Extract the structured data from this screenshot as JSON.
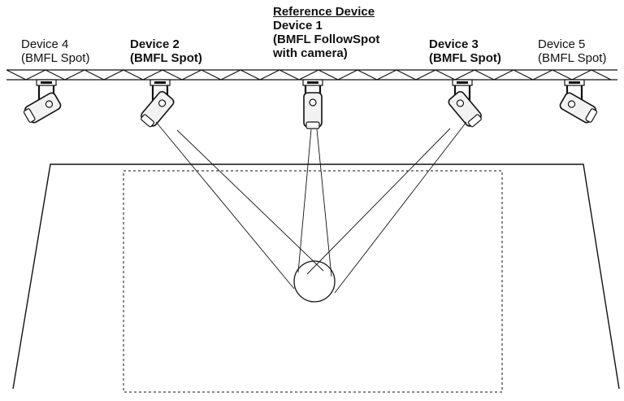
{
  "reference_title": "Reference Device",
  "devices": {
    "device1": {
      "name": "Device 1",
      "model_line1": "(BMFL FollowSpot",
      "model_line2": "with camera)"
    },
    "device2": {
      "name": "Device 2",
      "model": "(BMFL Spot)"
    },
    "device3": {
      "name": "Device 3",
      "model": "(BMFL Spot)"
    },
    "device4": {
      "name": "Device 4",
      "model": "(BMFL Spot)"
    },
    "device5": {
      "name": "Device 5",
      "model": "(BMFL Spot)"
    }
  },
  "colors": {
    "ink": "#111111",
    "fixture_fill": "#f2f2f2",
    "background": "#ffffff"
  }
}
